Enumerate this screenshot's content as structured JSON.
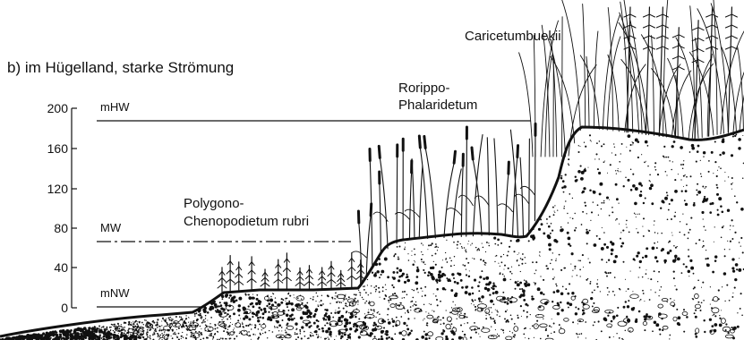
{
  "heading": "b) im Hügelland, starke Strömung",
  "axis": {
    "ticks": [
      "200",
      "160",
      "120",
      "80",
      "40",
      "0"
    ]
  },
  "water_levels": {
    "high": "mHW",
    "mean": "MW",
    "low": "mNW"
  },
  "communities": {
    "polygono_line1": "Polygono-",
    "polygono_line2": "Chenopodietum rubri",
    "rorippo_line1": "Rorippo-",
    "rorippo_line2": "Phalaridetum",
    "carex": "Caricetumbuekii"
  },
  "colors": {
    "ink": "#111111",
    "paper": "#ffffff"
  }
}
